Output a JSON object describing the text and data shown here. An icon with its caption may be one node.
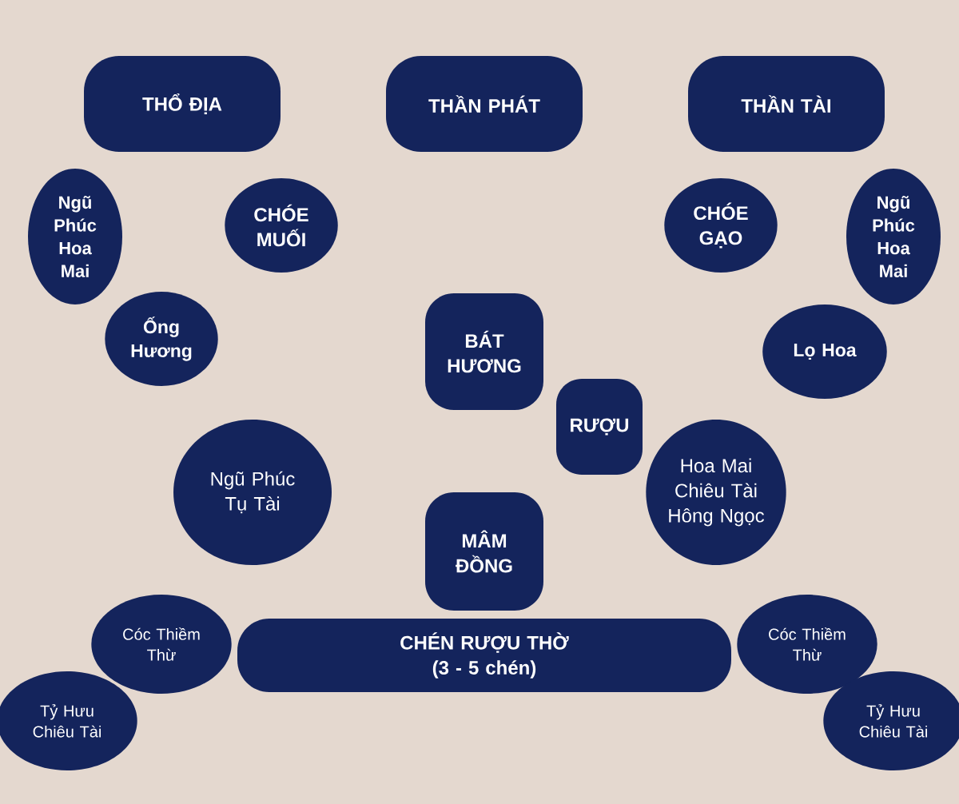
{
  "diagram": {
    "nodes": [
      {
        "text": [
          "THỔ ĐỊA"
        ]
      },
      {
        "text": [
          "THẦN PHÁT"
        ]
      },
      {
        "text": [
          "THẦN TÀI"
        ]
      },
      {
        "text": [
          "Ngũ Phúc Hoa Mai"
        ]
      },
      {
        "text": [
          "CHÓE MUỐI"
        ]
      },
      {
        "text": [
          "Ống Hương"
        ]
      },
      {
        "text": [
          "BÁT HƯƠNG"
        ]
      },
      {
        "text": [
          "CHÓE GẠO"
        ]
      },
      {
        "text": [
          "Ngũ Phúc Hoa Mai"
        ]
      },
      {
        "text": [
          "Lọ Hoa"
        ]
      },
      {
        "text": [
          "RƯỢU"
        ]
      },
      {
        "text": [
          "Ngũ Phúc Tụ Tài"
        ]
      },
      {
        "text": [
          "Hoa Mai Chiêu Tài Hông Ngọc"
        ]
      },
      {
        "text": [
          "MÂM ĐỒNG"
        ]
      },
      {
        "text": [
          "Cóc Thiềm Thừ"
        ]
      },
      {
        "text": [
          "CHÉN RƯỢU THỜ",
          "(3 - 5 chén)"
        ]
      },
      {
        "text": [
          "Tỷ Hưu Chiêu Tài"
        ]
      },
      {
        "text": [
          "Cóc Thiềm Thừ"
        ]
      },
      {
        "text": [
          "Tỷ Hưu Chiêu Tài"
        ]
      }
    ]
  }
}
